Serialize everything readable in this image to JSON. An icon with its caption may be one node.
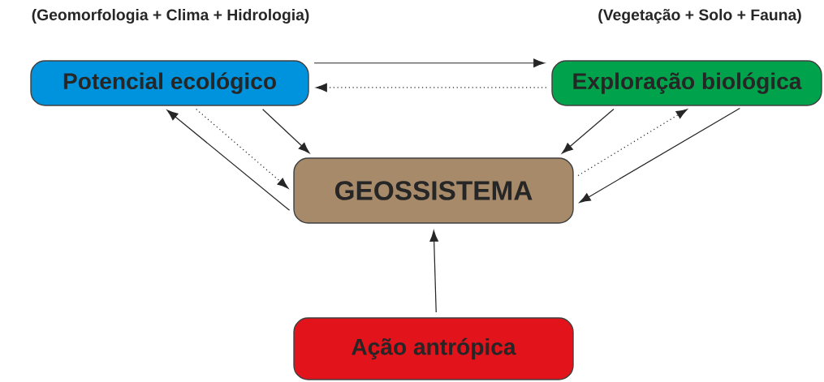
{
  "diagram": {
    "nodes": [
      {
        "text": [
          "(Geomorfologia + Clima + Hidrologia)",
          "Potencial ecológico"
        ]
      },
      {
        "text": [
          "(Vegetação + Solo + Fauna)",
          "Exploração biológica"
        ]
      },
      {
        "text": [
          "GEOSSISTEMA"
        ]
      },
      {
        "text": [
          "Ação antrópica"
        ]
      }
    ],
    "edges": [
      {
        "from": 0,
        "to": 1,
        "arrow": "to"
      },
      {
        "from": 1,
        "to": 0,
        "arrow": "to",
        "style": "dashed"
      },
      {
        "from": 0,
        "to": 2,
        "arrow": "to"
      },
      {
        "from": 0,
        "to": 2,
        "arrow": "to",
        "style": "dashed"
      },
      {
        "from": 2,
        "to": 0,
        "arrow": "to"
      },
      {
        "from": 1,
        "to": 2,
        "arrow": "to"
      },
      {
        "from": 2,
        "to": 1,
        "arrow": "to",
        "style": "dashed"
      },
      {
        "from": 1,
        "to": 2,
        "arrow": "to"
      },
      {
        "from": 3,
        "to": 2,
        "arrow": "to"
      }
    ]
  }
}
